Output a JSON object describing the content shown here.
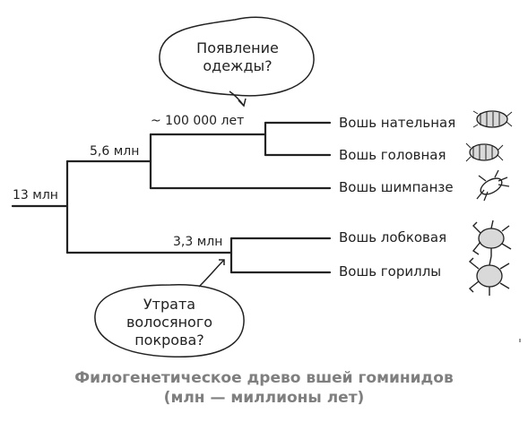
{
  "nodes": {
    "root": "13 млн",
    "upper": "5,6 млн",
    "human": "~ 100 000 лет",
    "lower": "3,3 млн"
  },
  "leaves": [
    {
      "label": "Вошь нательная",
      "icon": "body-louse-icon"
    },
    {
      "label": "Вошь головная",
      "icon": "head-louse-icon"
    },
    {
      "label": "Вошь шимпанзе",
      "icon": "chimpanzee-louse-icon"
    },
    {
      "label": "Вошь лобковая",
      "icon": "pubic-louse-icon"
    },
    {
      "label": "Вошь гориллы",
      "icon": "gorilla-louse-icon"
    }
  ],
  "bubbles": {
    "top": [
      "Появление",
      "одежды?"
    ],
    "bottom": [
      "Утрата",
      "волосяного",
      "покрова?"
    ]
  },
  "caption": [
    "Филогенетическое древо вшей гоминидов",
    "(млн — миллионы лет)"
  ]
}
